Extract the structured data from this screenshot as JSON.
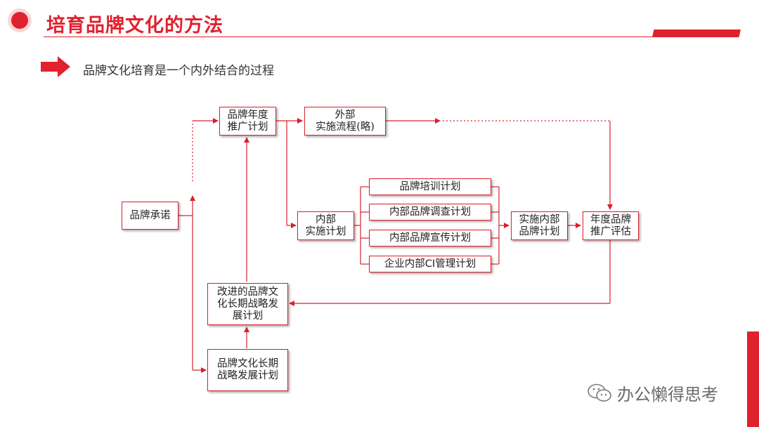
{
  "header": {
    "title": "培育品牌文化的方法",
    "subtitle": "品牌文化培育是一个内外结合的过程"
  },
  "diagram": {
    "nodes": {
      "brand_commitment": "品牌承诺",
      "annual_promotion_plan": "品牌年度\n推广计划",
      "external_process": "外部\n实施流程(略)",
      "internal_plan": "内部\n实施计划",
      "training_plan": "品牌培训计划",
      "survey_plan": "内部品牌调查计划",
      "publicity_plan": "内部品牌宣传计划",
      "ci_plan": "企业内部CI管理计划",
      "internal_brand_plan": "实施内部\n品牌计划",
      "annual_evaluation": "年度品牌\n推广评估",
      "improved_strategy": "改进的品牌文\n化长期战略发\n展计划",
      "longterm_strategy": "品牌文化长期\n战略发展计划"
    }
  },
  "watermark": {
    "text": "办公懒得思考"
  },
  "colors": {
    "accent": "#e0212e"
  }
}
